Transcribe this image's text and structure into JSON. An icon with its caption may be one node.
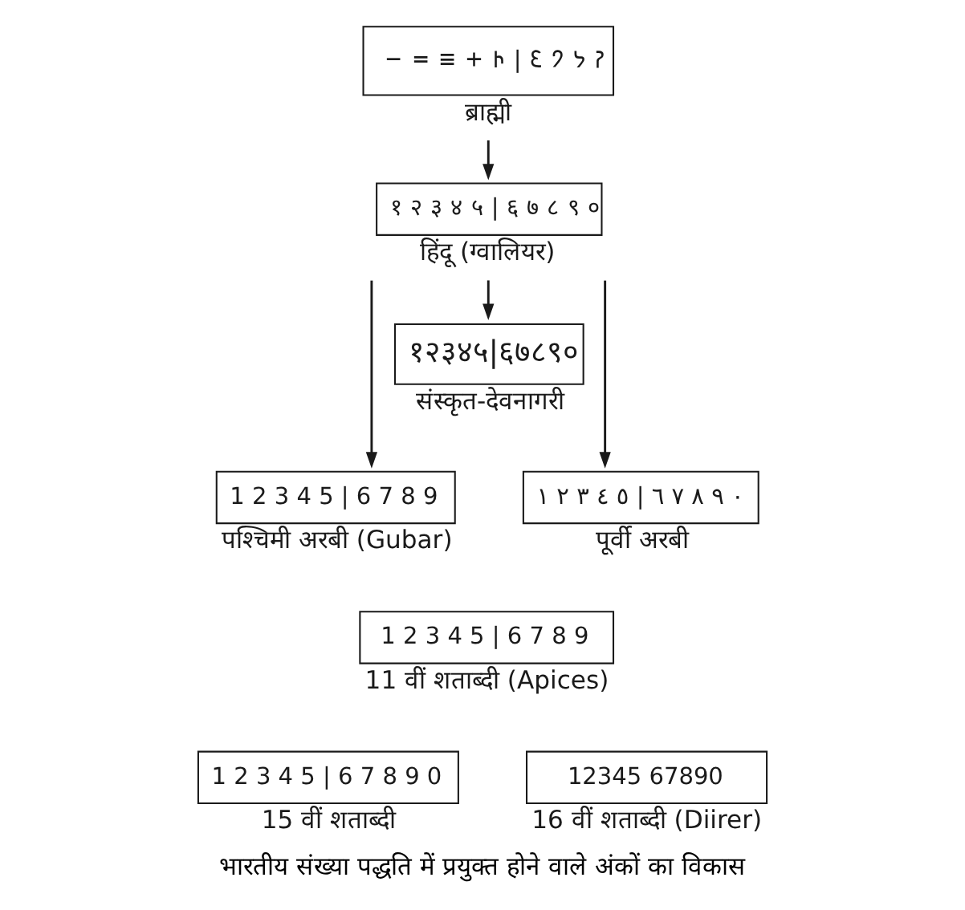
{
  "diagram": {
    "caption": "भारतीय संख्या पद्धति में प्रयुक्त होने वाले अंकों का विकास",
    "nodes": [
      {
        "text": [
          "𑁒 𑁓 𑁔 𑁕 𑁖 | 𑁗 𑁘 𑁙 𑁚",
          "ब्राह्मी"
        ]
      },
      {
        "text": [
          "१ २ ३ ४ ५ | ६ ७ ८ ९ ०",
          "हिंदू (ग्वालियर)"
        ]
      },
      {
        "text": [
          "१२३४५|६७८९०",
          "संस्कृत-देवनागरी"
        ]
      },
      {
        "text": [
          "1 2 3 4 5 | 6 7 8 9",
          "पश्चिमी अरबी (Gubar)"
        ]
      },
      {
        "text": [
          "١ ٢ ٣ ٤ ٥ | ٦ ٧ ٨ ٩ ٠",
          "पूर्वी अरबी"
        ]
      },
      {
        "text": [
          "1 2 3 4 5 | 6 7 8 9",
          "11 वीं शताब्दी (Apices)"
        ]
      },
      {
        "text": [
          "1 2 3 4 5 | 6 7 8 9 0",
          "15 वीं शताब्दी"
        ]
      },
      {
        "text": [
          "12345 67890",
          "16 वीं शताब्दी (Diirer)"
        ]
      }
    ],
    "edges": [
      {
        "from": 0,
        "to": 1,
        "arrow": "to"
      },
      {
        "from": 1,
        "to": 2,
        "arrow": "to"
      },
      {
        "from": 1,
        "to": 3,
        "arrow": "to"
      },
      {
        "from": 1,
        "to": 4,
        "arrow": "to"
      }
    ]
  }
}
